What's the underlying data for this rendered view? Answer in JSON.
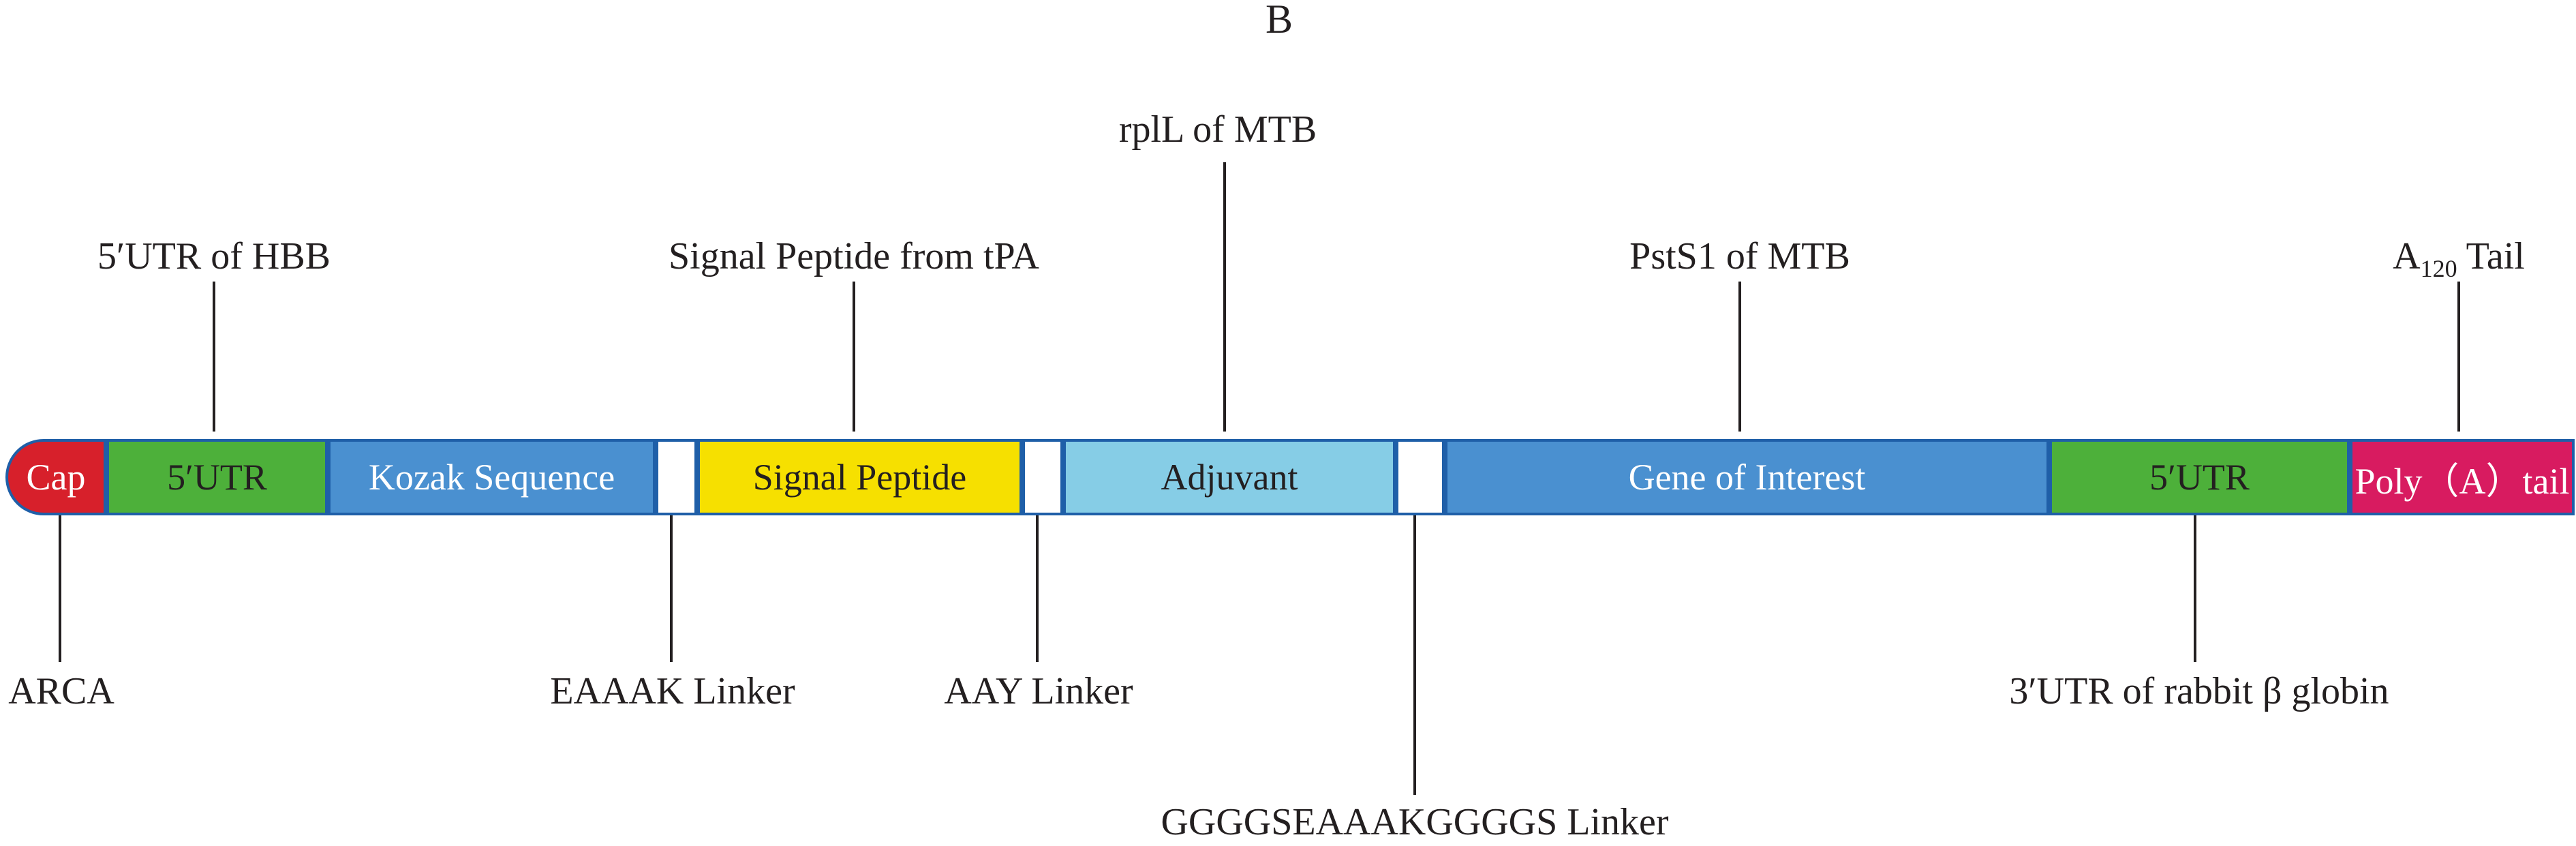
{
  "figure": {
    "panel_label": "B"
  },
  "segments": [
    {
      "key": "cap",
      "text": "Cap",
      "color": "#d7202b"
    },
    {
      "key": "utr5",
      "text": "5′UTR",
      "color": "#4db03a"
    },
    {
      "key": "kozak",
      "text": "Kozak Sequence",
      "color": "#4a90d0"
    },
    {
      "key": "linker1",
      "text": "",
      "color": "#ffffff"
    },
    {
      "key": "signal",
      "text": "Signal Peptide",
      "color": "#f6e000"
    },
    {
      "key": "linker2",
      "text": "",
      "color": "#ffffff"
    },
    {
      "key": "adjuvant",
      "text": "Adjuvant",
      "color": "#86cde6"
    },
    {
      "key": "linker3",
      "text": "",
      "color": "#ffffff"
    },
    {
      "key": "goi",
      "text": "Gene of Interest",
      "color": "#4a90d0"
    },
    {
      "key": "utr3",
      "text": "5′UTR",
      "color": "#4db03a"
    },
    {
      "key": "polya",
      "text": "Poly（A）tail",
      "color": "#d81b60"
    }
  ],
  "annotations": {
    "top": {
      "utr5_hbb": "5′UTR of HBB",
      "signal_tpa": "Signal Peptide from tPA",
      "rpll": "rplL of MTB",
      "psts1": "PstS1 of MTB",
      "a120_base": "A",
      "a120_sub": "120",
      "a120_rest": " Tail"
    },
    "bottom": {
      "arca": "ARCA",
      "eaaak": "EAAAK Linker",
      "aay": "AAY Linker",
      "gggg": "GGGGSEAAAKGGGGS Linker",
      "rabbit": "3′UTR of rabbit β globin"
    }
  }
}
